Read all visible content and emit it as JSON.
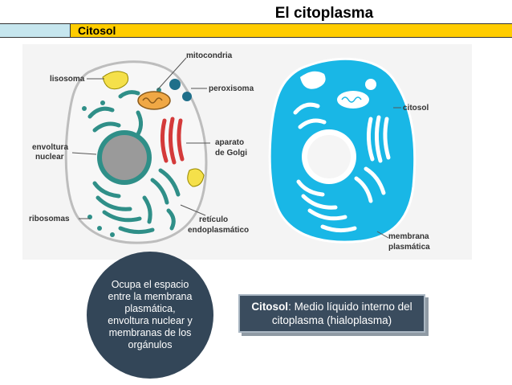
{
  "slide": {
    "title": "El citoplasma",
    "section_label": "Citosol"
  },
  "left_cell": {
    "labels": {
      "mitocondria": "mitocondria",
      "lisosoma": "lisosoma",
      "peroxisoma": "peroxisoma",
      "envoltura_1": "envoltura",
      "envoltura_2": "nuclear",
      "aparato_1": "aparato",
      "aparato_2": "de Golgi",
      "ribosomas": "ribosomas",
      "reticulo_1": "retículo",
      "reticulo_2": "endoplasmático"
    },
    "colors": {
      "membrane": "#e8e8e8",
      "er": "#2f8f88",
      "golgi": "#d43a3a",
      "nucleus": "#9a9a9a",
      "lysosome": "#f5e04a",
      "mito": "#f0a845"
    }
  },
  "right_cell": {
    "labels": {
      "citosol": "citosol",
      "membrana_1": "membrana",
      "membrana_2": "plasmática"
    },
    "colors": {
      "cytosol": "#19b7e6"
    }
  },
  "note_circle": "Ocupa el espacio entre la membrana plasmática, envoltura nuclear y membranas de los orgánulos",
  "definition": {
    "term": "Citosol",
    "text": ": Medio líquido interno del citoplasma (hialoplasma)"
  }
}
